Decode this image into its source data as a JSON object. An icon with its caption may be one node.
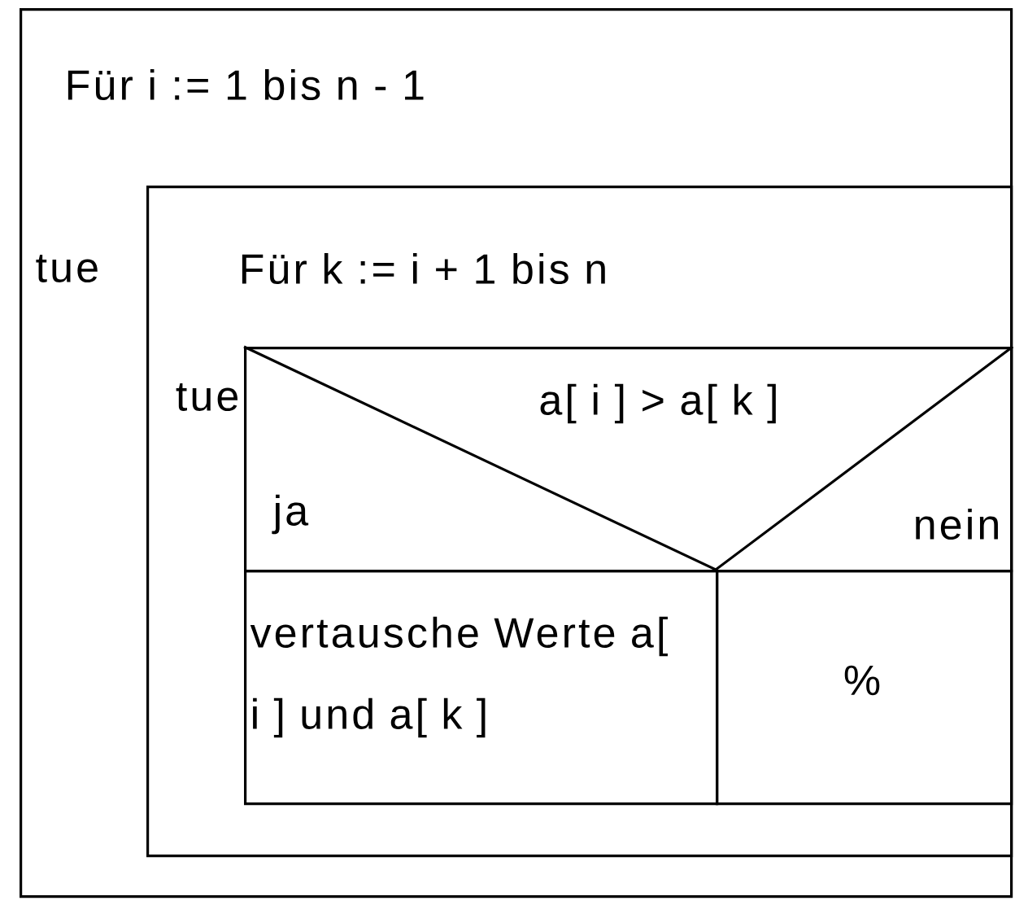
{
  "diagram": {
    "nodes": [
      {
        "text": [
          "Für i := 1 bis n - 1",
          "tue"
        ]
      },
      {
        "text": [
          "Für k := i + 1 bis n",
          "tue"
        ],
        "in": 0
      },
      {
        "text": [
          "a[ i ] > a[ k ]",
          "ja",
          "nein"
        ],
        "in": 1
      },
      {
        "text": [
          "vertausche Werte a[ i ] und a[ k ]"
        ],
        "in": 1
      },
      {
        "text": [
          "%"
        ],
        "in": 1
      }
    ]
  }
}
